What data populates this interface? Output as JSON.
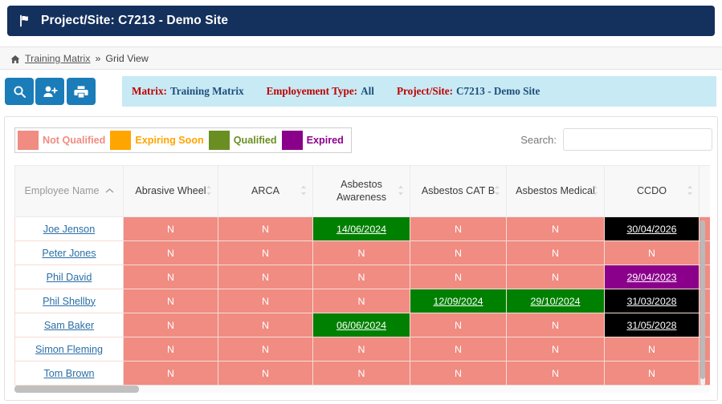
{
  "header": {
    "icon": "flag-icon",
    "title": "Project/Site: C7213 - Demo Site",
    "background": "#14305c"
  },
  "breadcrumb": {
    "home_icon": "home-icon",
    "link": "Training Matrix",
    "separator": "»",
    "current": "Grid View"
  },
  "toolbar": {
    "buttons": [
      {
        "name": "search-icon",
        "title": "Search"
      },
      {
        "name": "add-user-icon",
        "title": "Add Employee"
      },
      {
        "name": "print-icon",
        "title": "Print"
      }
    ],
    "button_color": "#1a7cb8",
    "info": [
      {
        "key": "Matrix:",
        "value": "Training Matrix"
      },
      {
        "key": "Employement Type:",
        "value": "All"
      },
      {
        "key": "Project/Site:",
        "value": "C7213 - Demo Site"
      }
    ],
    "info_background": "#c7eaf5",
    "key_color": "#c00000",
    "value_color": "#1f4e79"
  },
  "legend": [
    {
      "label": "Not Qualified",
      "color": "#f08c82"
    },
    {
      "label": "Expiring Soon",
      "color": "#ffa500"
    },
    {
      "label": "Qualified",
      "color": "#6b8e23"
    },
    {
      "label": "Expired",
      "color": "#8b008b"
    }
  ],
  "search": {
    "label": "Search:",
    "value": "",
    "placeholder": ""
  },
  "table": {
    "columns": [
      {
        "label": "Employee Name",
        "sort": "asc"
      },
      {
        "label": "Abrasive Wheel",
        "sort": "none"
      },
      {
        "label": "ARCA",
        "sort": "none"
      },
      {
        "label": "Asbestos Awareness",
        "sort": "none"
      },
      {
        "label": "Asbestos CAT B",
        "sort": "none"
      },
      {
        "label": "Asbestos Medical",
        "sort": "none"
      },
      {
        "label": "CCDO",
        "sort": "none"
      }
    ],
    "rows": [
      {
        "name": "Joe Jenson",
        "cells": [
          {
            "text": "N",
            "status": "not-qualified"
          },
          {
            "text": "N",
            "status": "not-qualified"
          },
          {
            "text": "14/06/2024",
            "status": "qualified"
          },
          {
            "text": "N",
            "status": "not-qualified"
          },
          {
            "text": "N",
            "status": "not-qualified"
          },
          {
            "text": "30/04/2026",
            "status": "black"
          }
        ]
      },
      {
        "name": "Peter Jones",
        "cells": [
          {
            "text": "N",
            "status": "not-qualified"
          },
          {
            "text": "N",
            "status": "not-qualified"
          },
          {
            "text": "N",
            "status": "not-qualified"
          },
          {
            "text": "N",
            "status": "not-qualified"
          },
          {
            "text": "N",
            "status": "not-qualified"
          },
          {
            "text": "N",
            "status": "not-qualified"
          }
        ]
      },
      {
        "name": "Phil David",
        "cells": [
          {
            "text": "N",
            "status": "not-qualified"
          },
          {
            "text": "N",
            "status": "not-qualified"
          },
          {
            "text": "N",
            "status": "not-qualified"
          },
          {
            "text": "N",
            "status": "not-qualified"
          },
          {
            "text": "N",
            "status": "not-qualified"
          },
          {
            "text": "29/04/2023",
            "status": "expired"
          }
        ]
      },
      {
        "name": "Phil Shellby",
        "cells": [
          {
            "text": "N",
            "status": "not-qualified"
          },
          {
            "text": "N",
            "status": "not-qualified"
          },
          {
            "text": "N",
            "status": "not-qualified"
          },
          {
            "text": "12/09/2024",
            "status": "qualified"
          },
          {
            "text": "29/10/2024",
            "status": "qualified"
          },
          {
            "text": "31/03/2028",
            "status": "black"
          }
        ]
      },
      {
        "name": "Sam Baker",
        "cells": [
          {
            "text": "N",
            "status": "not-qualified"
          },
          {
            "text": "N",
            "status": "not-qualified"
          },
          {
            "text": "06/06/2024",
            "status": "qualified"
          },
          {
            "text": "N",
            "status": "not-qualified"
          },
          {
            "text": "N",
            "status": "not-qualified"
          },
          {
            "text": "31/05/2028",
            "status": "black"
          }
        ]
      },
      {
        "name": "Simon Fleming",
        "cells": [
          {
            "text": "N",
            "status": "not-qualified"
          },
          {
            "text": "N",
            "status": "not-qualified"
          },
          {
            "text": "N",
            "status": "not-qualified"
          },
          {
            "text": "N",
            "status": "not-qualified"
          },
          {
            "text": "N",
            "status": "not-qualified"
          },
          {
            "text": "N",
            "status": "not-qualified"
          }
        ]
      },
      {
        "name": "Tom Brown",
        "cells": [
          {
            "text": "N",
            "status": "not-qualified"
          },
          {
            "text": "N",
            "status": "not-qualified"
          },
          {
            "text": "N",
            "status": "not-qualified"
          },
          {
            "text": "N",
            "status": "not-qualified"
          },
          {
            "text": "N",
            "status": "not-qualified"
          },
          {
            "text": "N",
            "status": "not-qualified"
          }
        ]
      }
    ]
  }
}
